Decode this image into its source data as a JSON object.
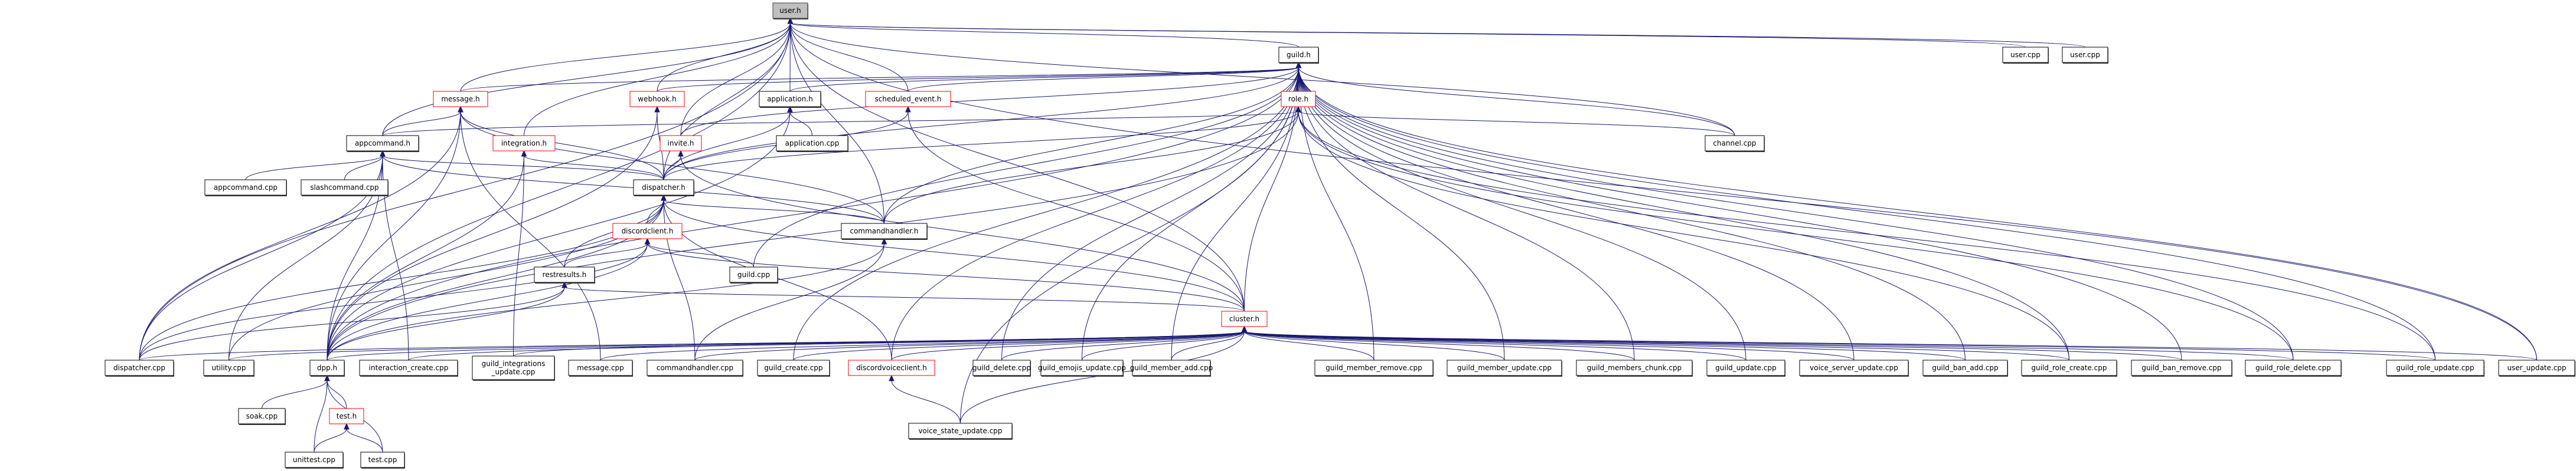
{
  "graph": {
    "title": "Include dependency graph (included by) for user.h",
    "root": "user.h",
    "colors": {
      "edge": "#191970",
      "root_fill": "#bfbfbf",
      "truncated_border": "#ff0000",
      "normal_border": "#000000"
    },
    "nodes": [
      {
        "id": "user_h",
        "label": "user.h",
        "kind": "root"
      },
      {
        "id": "guild_h",
        "label": "guild.h",
        "kind": "normal"
      },
      {
        "id": "user_cpp_1",
        "label": "user.cpp",
        "kind": "normal"
      },
      {
        "id": "user_cpp_2",
        "label": "user.cpp",
        "kind": "normal"
      },
      {
        "id": "message_h",
        "label": "message.h",
        "kind": "truncated"
      },
      {
        "id": "webhook_h",
        "label": "webhook.h",
        "kind": "truncated"
      },
      {
        "id": "application_h",
        "label": "application.h",
        "kind": "normal"
      },
      {
        "id": "scheduled_event_h",
        "label": "scheduled_event.h",
        "kind": "truncated"
      },
      {
        "id": "role_h",
        "label": "role.h",
        "kind": "truncated"
      },
      {
        "id": "appcommand_h",
        "label": "appcommand.h",
        "kind": "normal"
      },
      {
        "id": "integration_h",
        "label": "integration.h",
        "kind": "truncated"
      },
      {
        "id": "invite_h",
        "label": "invite.h",
        "kind": "truncated"
      },
      {
        "id": "application_cpp",
        "label": "application.cpp",
        "kind": "normal"
      },
      {
        "id": "channel_cpp",
        "label": "channel.cpp",
        "kind": "normal"
      },
      {
        "id": "appcommand_cpp",
        "label": "appcommand.cpp",
        "kind": "normal"
      },
      {
        "id": "slashcommand_cpp",
        "label": "slashcommand.cpp",
        "kind": "normal"
      },
      {
        "id": "dispatcher_h",
        "label": "dispatcher.h",
        "kind": "normal"
      },
      {
        "id": "discordclient_h",
        "label": "discordclient.h",
        "kind": "truncated"
      },
      {
        "id": "commandhandler_h",
        "label": "commandhandler.h",
        "kind": "normal"
      },
      {
        "id": "restresults_h",
        "label": "restresults.h",
        "kind": "normal"
      },
      {
        "id": "guild_cpp",
        "label": "guild.cpp",
        "kind": "normal"
      },
      {
        "id": "cluster_h",
        "label": "cluster.h",
        "kind": "truncated"
      },
      {
        "id": "dispatcher_cpp",
        "label": "dispatcher.cpp",
        "kind": "normal"
      },
      {
        "id": "utility_cpp",
        "label": "utility.cpp",
        "kind": "normal"
      },
      {
        "id": "dpp_h",
        "label": "dpp.h",
        "kind": "normal"
      },
      {
        "id": "interaction_create_cpp",
        "label": "interaction_create.cpp",
        "kind": "normal"
      },
      {
        "id": "guild_integrations_update_cpp",
        "label": "guild_integrations_update.cpp",
        "lines": [
          "guild_integrations",
          "_update.cpp"
        ],
        "kind": "normal"
      },
      {
        "id": "message_cpp",
        "label": "message.cpp",
        "kind": "normal"
      },
      {
        "id": "commandhandler_cpp",
        "label": "commandhandler.cpp",
        "kind": "normal"
      },
      {
        "id": "guild_create_cpp",
        "label": "guild_create.cpp",
        "kind": "normal"
      },
      {
        "id": "discordvoiceclient_h",
        "label": "discordvoiceclient.h",
        "kind": "truncated"
      },
      {
        "id": "guild_delete_cpp",
        "label": "guild_delete.cpp",
        "kind": "normal"
      },
      {
        "id": "guild_emojis_update_cpp",
        "label": "guild_emojis_update.cpp",
        "kind": "normal"
      },
      {
        "id": "guild_member_add_cpp",
        "label": "guild_member_add.cpp",
        "kind": "normal"
      },
      {
        "id": "guild_member_remove_cpp",
        "label": "guild_member_remove.cpp",
        "kind": "normal"
      },
      {
        "id": "guild_member_update_cpp",
        "label": "guild_member_update.cpp",
        "kind": "normal"
      },
      {
        "id": "guild_members_chunk_cpp",
        "label": "guild_members_chunk.cpp",
        "kind": "normal"
      },
      {
        "id": "guild_update_cpp",
        "label": "guild_update.cpp",
        "kind": "normal"
      },
      {
        "id": "voice_server_update_cpp",
        "label": "voice_server_update.cpp",
        "kind": "normal"
      },
      {
        "id": "guild_ban_add_cpp",
        "label": "guild_ban_add.cpp",
        "kind": "normal"
      },
      {
        "id": "guild_role_create_cpp",
        "label": "guild_role_create.cpp",
        "kind": "normal"
      },
      {
        "id": "guild_ban_remove_cpp",
        "label": "guild_ban_remove.cpp",
        "kind": "normal"
      },
      {
        "id": "guild_role_delete_cpp",
        "label": "guild_role_delete.cpp",
        "kind": "normal"
      },
      {
        "id": "guild_role_update_cpp",
        "label": "guild_role_update.cpp",
        "kind": "normal"
      },
      {
        "id": "user_update_cpp",
        "label": "user_update.cpp",
        "kind": "normal"
      },
      {
        "id": "soak_cpp",
        "label": "soak.cpp",
        "kind": "normal"
      },
      {
        "id": "test_h",
        "label": "test.h",
        "kind": "truncated"
      },
      {
        "id": "unittest_cpp",
        "label": "unittest.cpp",
        "kind": "normal"
      },
      {
        "id": "test_cpp",
        "label": "test.cpp",
        "kind": "normal"
      },
      {
        "id": "voice_state_update_cpp",
        "label": "voice_state_update.cpp",
        "kind": "normal"
      }
    ],
    "edges": [
      [
        "guild_h",
        "user_h"
      ],
      [
        "user_cpp_1",
        "user_h"
      ],
      [
        "user_cpp_2",
        "user_h"
      ],
      [
        "message_h",
        "user_h"
      ],
      [
        "webhook_h",
        "user_h"
      ],
      [
        "application_h",
        "user_h"
      ],
      [
        "scheduled_event_h",
        "user_h"
      ],
      [
        "appcommand_h",
        "user_h"
      ],
      [
        "integration_h",
        "user_h"
      ],
      [
        "invite_h",
        "user_h"
      ],
      [
        "dispatcher_h",
        "user_h"
      ],
      [
        "commandhandler_h",
        "user_h"
      ],
      [
        "channel_cpp",
        "user_h"
      ],
      [
        "dispatcher_cpp",
        "user_h"
      ],
      [
        "dpp_h",
        "user_h"
      ],
      [
        "cluster_h",
        "user_h"
      ],
      [
        "user_update_cpp",
        "user_h"
      ],
      [
        "role_h",
        "guild_h"
      ],
      [
        "message_h",
        "guild_h"
      ],
      [
        "webhook_h",
        "guild_h"
      ],
      [
        "application_h",
        "guild_h"
      ],
      [
        "scheduled_event_h",
        "guild_h"
      ],
      [
        "invite_h",
        "guild_h"
      ],
      [
        "dispatcher_h",
        "guild_h"
      ],
      [
        "commandhandler_h",
        "guild_h"
      ],
      [
        "channel_cpp",
        "guild_h"
      ],
      [
        "guild_cpp",
        "guild_h"
      ],
      [
        "cluster_h",
        "guild_h"
      ],
      [
        "dpp_h",
        "guild_h"
      ],
      [
        "guild_create_cpp",
        "guild_h"
      ],
      [
        "discordvoiceclient_h",
        "guild_h"
      ],
      [
        "guild_delete_cpp",
        "guild_h"
      ],
      [
        "guild_emojis_update_cpp",
        "guild_h"
      ],
      [
        "guild_member_add_cpp",
        "guild_h"
      ],
      [
        "guild_member_remove_cpp",
        "guild_h"
      ],
      [
        "guild_member_update_cpp",
        "guild_h"
      ],
      [
        "guild_members_chunk_cpp",
        "guild_h"
      ],
      [
        "guild_update_cpp",
        "guild_h"
      ],
      [
        "voice_server_update_cpp",
        "guild_h"
      ],
      [
        "guild_ban_add_cpp",
        "guild_h"
      ],
      [
        "guild_role_create_cpp",
        "guild_h"
      ],
      [
        "guild_ban_remove_cpp",
        "guild_h"
      ],
      [
        "guild_role_delete_cpp",
        "guild_h"
      ],
      [
        "guild_role_update_cpp",
        "guild_h"
      ],
      [
        "user_update_cpp",
        "guild_h"
      ],
      [
        "voice_state_update_cpp",
        "guild_h"
      ],
      [
        "appcommand_h",
        "role_h"
      ],
      [
        "dispatcher_h",
        "role_h"
      ],
      [
        "channel_cpp",
        "role_h"
      ],
      [
        "commandhandler_h",
        "role_h"
      ],
      [
        "dpp_h",
        "role_h"
      ],
      [
        "guild_role_create_cpp",
        "role_h"
      ],
      [
        "guild_role_delete_cpp",
        "role_h"
      ],
      [
        "guild_role_update_cpp",
        "role_h"
      ],
      [
        "appcommand_h",
        "message_h"
      ],
      [
        "dispatcher_h",
        "message_h"
      ],
      [
        "dispatcher_cpp",
        "message_h"
      ],
      [
        "dpp_h",
        "message_h"
      ],
      [
        "message_cpp",
        "message_h"
      ],
      [
        "commandhandler_h",
        "message_h"
      ],
      [
        "dispatcher_h",
        "webhook_h"
      ],
      [
        "dpp_h",
        "webhook_h"
      ],
      [
        "dispatcher_h",
        "application_h"
      ],
      [
        "application_cpp",
        "application_h"
      ],
      [
        "dpp_h",
        "application_h"
      ],
      [
        "dispatcher_h",
        "scheduled_event_h"
      ],
      [
        "cluster_h",
        "scheduled_event_h"
      ],
      [
        "dispatcher_h",
        "integration_h"
      ],
      [
        "dpp_h",
        "integration_h"
      ],
      [
        "guild_integrations_update_cpp",
        "integration_h"
      ],
      [
        "dispatcher_h",
        "invite_h"
      ],
      [
        "cluster_h",
        "invite_h"
      ],
      [
        "appcommand_cpp",
        "appcommand_h"
      ],
      [
        "slashcommand_cpp",
        "appcommand_h"
      ],
      [
        "dispatcher_h",
        "appcommand_h"
      ],
      [
        "commandhandler_h",
        "appcommand_h"
      ],
      [
        "dpp_h",
        "appcommand_h"
      ],
      [
        "dispatcher_cpp",
        "appcommand_h"
      ],
      [
        "interaction_create_cpp",
        "appcommand_h"
      ],
      [
        "utility_cpp",
        "appcommand_h"
      ],
      [
        "discordclient_h",
        "dispatcher_h"
      ],
      [
        "commandhandler_h",
        "dispatcher_h"
      ],
      [
        "restresults_h",
        "dispatcher_h"
      ],
      [
        "dispatcher_cpp",
        "dispatcher_h"
      ],
      [
        "dpp_h",
        "dispatcher_h"
      ],
      [
        "cluster_h",
        "dispatcher_h"
      ],
      [
        "commandhandler_cpp",
        "dispatcher_h"
      ],
      [
        "discordvoiceclient_h",
        "dispatcher_h"
      ],
      [
        "utility_cpp",
        "dispatcher_h"
      ],
      [
        "restresults_h",
        "discordclient_h"
      ],
      [
        "guild_cpp",
        "discordclient_h"
      ],
      [
        "cluster_h",
        "discordclient_h"
      ],
      [
        "dpp_h",
        "discordclient_h"
      ],
      [
        "dispatcher_cpp",
        "discordclient_h"
      ],
      [
        "commandhandler_cpp",
        "commandhandler_h"
      ],
      [
        "dpp_h",
        "commandhandler_h"
      ],
      [
        "cluster_h",
        "restresults_h"
      ],
      [
        "dpp_h",
        "restresults_h"
      ],
      [
        "dispatcher_cpp",
        "restresults_h"
      ],
      [
        "dispatcher_cpp",
        "cluster_h"
      ],
      [
        "utility_cpp",
        "cluster_h"
      ],
      [
        "dpp_h",
        "cluster_h"
      ],
      [
        "interaction_create_cpp",
        "cluster_h"
      ],
      [
        "guild_integrations_update_cpp",
        "cluster_h"
      ],
      [
        "message_cpp",
        "cluster_h"
      ],
      [
        "commandhandler_cpp",
        "cluster_h"
      ],
      [
        "guild_create_cpp",
        "cluster_h"
      ],
      [
        "discordvoiceclient_h",
        "cluster_h"
      ],
      [
        "guild_delete_cpp",
        "cluster_h"
      ],
      [
        "guild_emojis_update_cpp",
        "cluster_h"
      ],
      [
        "guild_member_add_cpp",
        "cluster_h"
      ],
      [
        "guild_member_remove_cpp",
        "cluster_h"
      ],
      [
        "guild_member_update_cpp",
        "cluster_h"
      ],
      [
        "guild_members_chunk_cpp",
        "cluster_h"
      ],
      [
        "guild_update_cpp",
        "cluster_h"
      ],
      [
        "voice_server_update_cpp",
        "cluster_h"
      ],
      [
        "guild_ban_add_cpp",
        "cluster_h"
      ],
      [
        "guild_role_create_cpp",
        "cluster_h"
      ],
      [
        "guild_ban_remove_cpp",
        "cluster_h"
      ],
      [
        "guild_role_delete_cpp",
        "cluster_h"
      ],
      [
        "guild_role_update_cpp",
        "cluster_h"
      ],
      [
        "user_update_cpp",
        "cluster_h"
      ],
      [
        "voice_state_update_cpp",
        "cluster_h"
      ],
      [
        "voice_state_update_cpp",
        "discordvoiceclient_h"
      ],
      [
        "soak_cpp",
        "dpp_h"
      ],
      [
        "test_h",
        "dpp_h"
      ],
      [
        "unittest_cpp",
        "dpp_h"
      ],
      [
        "test_cpp",
        "dpp_h"
      ],
      [
        "unittest_cpp",
        "test_h"
      ],
      [
        "test_cpp",
        "test_h"
      ]
    ]
  }
}
